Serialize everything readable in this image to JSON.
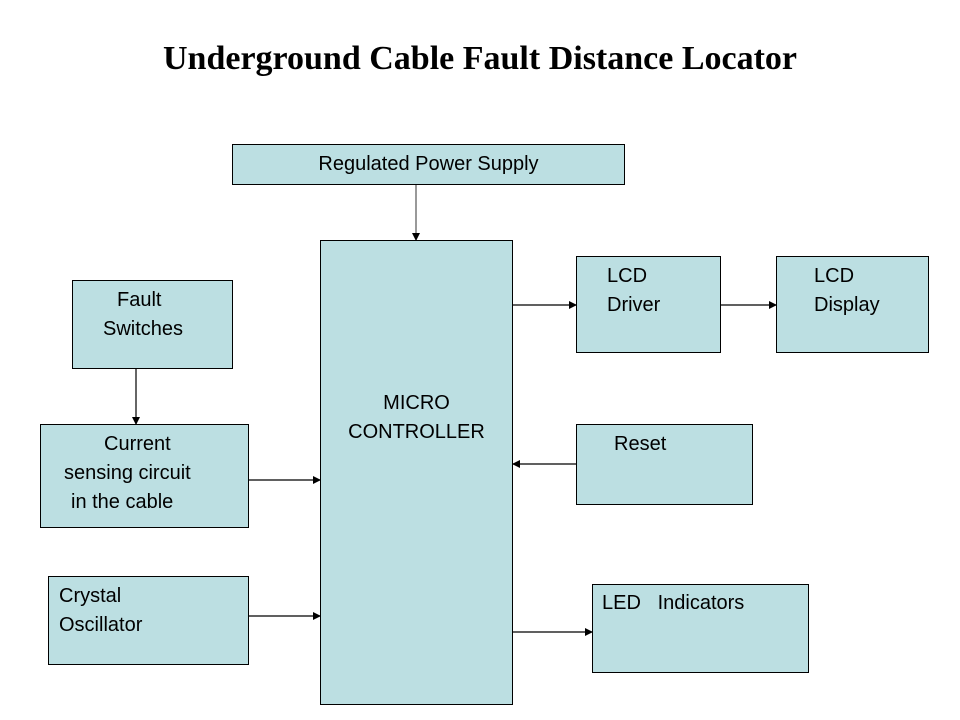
{
  "title": "Underground Cable Fault Distance Locator",
  "blocks": {
    "power_supply": {
      "lines": [
        "Regulated Power Supply"
      ]
    },
    "microcontroller": {
      "lines": [
        "MICRO",
        "CONTROLLER"
      ]
    },
    "fault_switches": {
      "lines": [
        "Fault",
        "Switches"
      ]
    },
    "current_sensing": {
      "lines": [
        "Current",
        "sensing circuit",
        "in the cable"
      ]
    },
    "crystal_oscillator": {
      "lines": [
        "Crystal",
        "Oscillator"
      ]
    },
    "lcd_driver": {
      "lines": [
        "LCD",
        "Driver"
      ]
    },
    "lcd_display": {
      "lines": [
        "LCD",
        "Display"
      ]
    },
    "reset": {
      "lines": [
        "Reset"
      ]
    },
    "led_indicators": {
      "lines": [
        "LED   Indicators"
      ]
    }
  },
  "connections": [
    {
      "from": "Regulated Power Supply",
      "to": "MICRO CONTROLLER"
    },
    {
      "from": "Fault Switches",
      "to": "Current sensing circuit in the cable"
    },
    {
      "from": "Current sensing circuit in the cable",
      "to": "MICRO CONTROLLER"
    },
    {
      "from": "Crystal Oscillator",
      "to": "MICRO CONTROLLER"
    },
    {
      "from": "MICRO CONTROLLER",
      "to": "LCD Driver"
    },
    {
      "from": "LCD Driver",
      "to": "LCD Display"
    },
    {
      "from": "Reset",
      "to": "MICRO CONTROLLER"
    },
    {
      "from": "MICRO CONTROLLER",
      "to": "LED Indicators"
    }
  ],
  "colors": {
    "block_fill": "#bcdfe2",
    "stroke": "#000000"
  }
}
